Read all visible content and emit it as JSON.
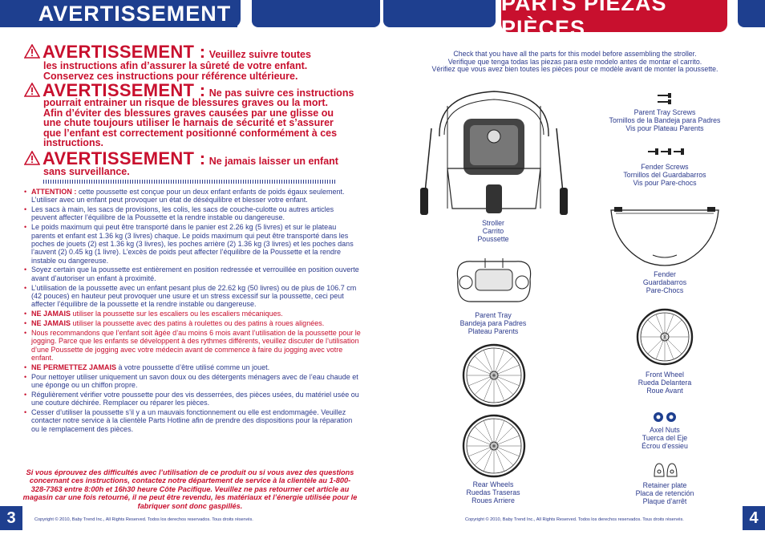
{
  "header": {
    "left_title": "AVERTISSEMENT",
    "right_title": "PARTS PIEZAS PIÈCES"
  },
  "warnings": [
    {
      "big": "AVERTISSEMENT :",
      "small_inline": "Veuillez suivre toutes",
      "lines": [
        "les instructions afin d’assurer la sûreté de votre enfant.",
        "Conservez ces instructions pour référence ultérieure."
      ]
    },
    {
      "big": "AVERTISSEMENT :",
      "small_inline": "Ne pas suivre ces instructions",
      "lines": [
        "pourrait entrainer un risque de blessures graves ou la mort.",
        "Afin d’éviter des blessures graves causées par une glisse ou",
        "une chute toujours utiliser le harnais de sécurité et s’assurer",
        "que l’enfant est correctement positionné conformément à ces",
        "instructions."
      ]
    },
    {
      "big": "AVERTISSEMENT :",
      "small_inline": "Ne jamais laisser un enfant",
      "lines": [
        "sans surveillance."
      ]
    }
  ],
  "bullets": [
    {
      "lead": "ATTENTION :",
      "text": " cette poussette est conçue pour un deux enfant enfants de poids égaux seulement. L’utiliser avec un enfant peut provoquer un état de déséquilibre et blesser votre enfant."
    },
    {
      "lead": "",
      "text": "Les sacs à main, les sacs de provisions, les colis, les sacs de couche-culotte ou autres articles peuvent affecter l’équilibre de la Poussette et la rendre instable ou dangereuse."
    },
    {
      "lead": "",
      "text": "Le poids maximum qui peut être transporté dans le panier est 2.26 kg (5 livres) et sur le plateau parents et enfant est 1.36 kg (3 livres) chaque. Le poids maximum qui peut être transporté dans les poches de jouets (2) est 1.36 kg (3 livres), les poches arrière (2) 1.36 kg (3 livres) et les poches dans l’auvent (2) 0.45 kg (1 livre). L’excès de poids peut affecter l’équilibre de la Poussette et la rendre instable ou dangereuse."
    },
    {
      "lead": "",
      "text": "Soyez certain que la poussette est entièrement en position redressée et verrouillée en position ouverte avant d’autoriser un enfant à proximité."
    },
    {
      "lead": "",
      "text": "L’utilisation de la poussette avec un enfant pesant plus de 22.62 kg (50 livres) ou de plus de 106.7 cm (42 pouces) en hauteur peut provoquer une usure et un stress excessif sur la poussette, ceci peut affecter l’équilibre de la poussette et la rendre instable ou dangereuse."
    },
    {
      "lead": "NE JAMAIS",
      "text": " utiliser la poussette sur les escaliers ou les escaliers mécaniques.",
      "red_text": true
    },
    {
      "lead": "NE JAMAIS",
      "text": " utiliser la poussette avec des patins à roulettes ou des patins à roues alignées.",
      "red_text": true
    },
    {
      "lead": "",
      "text": "Nous recommandons que l’enfant soit âgée d’au moins 6 mois avant l’utilisation de la poussette pour le jogging. Parce que les enfants se développent à des rythmes différents, veuillez discuter de l’utilisation d’une Poussette de jogging avec votre médecin avant de commence à faire du jogging avec votre enfant.",
      "red_text": true
    },
    {
      "lead": "NE PERMETTEZ JAMAIS",
      "text": " à votre poussette d’être utilisé comme un jouet."
    },
    {
      "lead": "",
      "text": "Pour nettoyer utiliser uniquement un savon doux ou des détergents ménagers avec de l’eau chaude et une éponge ou un chiffon propre."
    },
    {
      "lead": "",
      "text": "Régulièrement vérifier votre poussette pour des vis desserrées, des pièces usées, du matériel usée ou une couture déchirée. Remplacer ou réparer les pièces."
    },
    {
      "lead": "",
      "text": "Cesser d’utiliser la poussette s’il y a un mauvais fonctionnement ou elle est endommagée. Veuillez contacter notre service à la clientèle Parts Hotline afin de prendre des dispositions pour la réparation ou le remplacement des pièces."
    }
  ],
  "closing": "Si vous éprouvez des difficultés avec l’utilisation de ce produit ou si vous avez des questions concernant ces instructions, contactez notre département de service à la clientèle au 1-800-328-7363 entre 8:00h et 16h30 heure Côte Pacifique. Veuillez ne pas retourner cet article au magasin car une fois retourné, il ne peut être revendu, les matériaux et l’énergie utilisée pour le fabriquer sont donc gaspillés.",
  "footer": {
    "left_page": "3",
    "right_page": "4",
    "copyright": "Copyright © 2010, Baby Trend Inc., All Rights Reserved. Todos los derechos reservados. Tous droits réservés."
  },
  "intro": [
    "Check that you have all the parts for this model before assembling the stroller.",
    "Verifique que tenga todas las piezas para este modelo antes de montar el carrito.",
    "Vérifiez que vous avez bien toutes les pièces pour ce modèle avant de monter la poussette."
  ],
  "parts": {
    "stroller": [
      "Stroller",
      "Carrito",
      "Poussette"
    ],
    "parent_tray": [
      "Parent Tray",
      "Bandeja para Padres",
      "Plateau Parents"
    ],
    "rear_wheels": [
      "Rear Wheels",
      "Ruedas Traseras",
      "Roues Arriere"
    ],
    "parent_tray_screws": [
      "Parent Tray Screws",
      "Tornillos de la Bandeja para Padres",
      "Vis pour Plateau Parents"
    ],
    "fender_screws": [
      "Fender Screws",
      "Tornillos del Guardabarros",
      "Vis pour Pare-chocs"
    ],
    "fender": [
      "Fender",
      "Guardabarros",
      "Pare-Chocs"
    ],
    "front_wheel": [
      "Front Wheel",
      "Rueda Delantera",
      "Roue Avant"
    ],
    "axel_nuts": [
      "Axel Nuts",
      "Tuerca del Eje",
      "Écrou d’essieu"
    ],
    "retainer_plate": [
      "Retainer plate",
      "Placa de retención",
      "Plaque d’arrêt"
    ]
  }
}
